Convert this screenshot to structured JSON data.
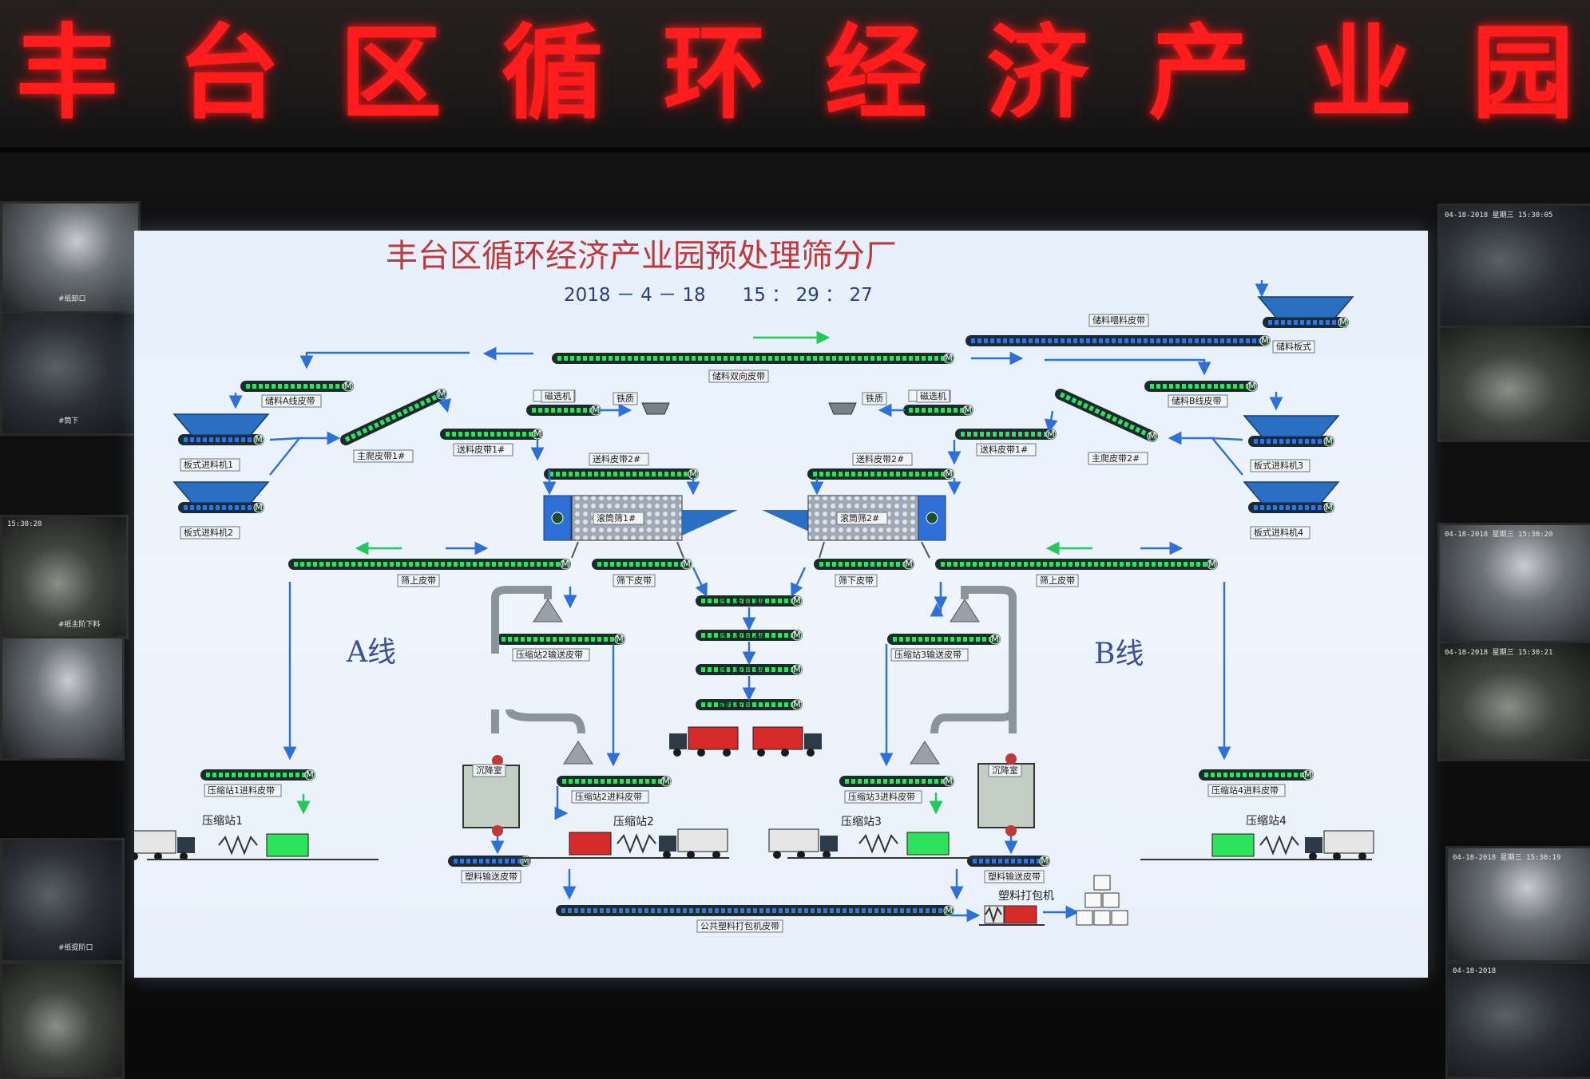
{
  "led_sign": {
    "chars": [
      "丰",
      "台",
      "区",
      "循",
      "环",
      "经",
      "济",
      "产",
      "业",
      "园"
    ]
  },
  "screen": {
    "title": "丰台区循环经济产业园预处理筛分厂",
    "date_time": "2018 － 4 － 18　　15 ： 29 ： 27",
    "line_a": "A线",
    "line_b": "B线",
    "labels": {
      "storage_feed_belt": "储料喂料皮带",
      "storage_plate": "储料板式",
      "storage_bidirectional_belt": "储料双向皮带",
      "storage_a_belt": "储料A线皮带",
      "storage_b_belt": "储料B线皮带",
      "plate_feeder_1": "板式进料机1",
      "plate_feeder_2": "板式进料机2",
      "plate_feeder_3": "板式进料机3",
      "plate_feeder_4": "板式进料机4",
      "main_climb_belt_1": "主爬皮带1#",
      "main_climb_belt_2": "主爬皮带2#",
      "sort_machine_a": "磁选机",
      "sort_machine_b": "磁选机",
      "iron_a": "铁质",
      "iron_b": "铁质",
      "feed_belt_1a": "送料皮带1#",
      "feed_belt_1b": "送料皮带1#",
      "feed_belt_2a": "送料皮带2#",
      "feed_belt_2b": "送料皮带2#",
      "drum_screen_1": "滚筒筛1#",
      "drum_screen_2": "滚筒筛2#",
      "oversize_belt_a": "筛上皮带",
      "oversize_belt_b": "筛上皮带",
      "undersize_belt_a": "筛下皮带",
      "undersize_belt_b": "筛下皮带",
      "undersize_belt_1": "筛下皮带1#",
      "undersize_belt_2": "筛下皮带2#",
      "undersize_belt_3": "筛下皮带3#",
      "tail_belt": "尾料皮带",
      "compress_2_transfer": "压缩站2输送皮带",
      "compress_3_transfer": "压缩站3输送皮带",
      "compress_1_feed": "压缩站1进料皮带",
      "compress_2_feed": "压缩站2进料皮带",
      "compress_3_feed": "压缩站3进料皮带",
      "compress_4_feed": "压缩站4进料皮带",
      "settle_room_a": "沉降室",
      "settle_room_b": "沉降室",
      "plastic_transfer_a": "塑料输送皮带",
      "plastic_transfer_b": "塑料输送皮带",
      "compress_station_1": "压缩站1",
      "compress_station_2": "压缩站2",
      "compress_station_3": "压缩站3",
      "compress_station_4": "压缩站4",
      "public_plastic_baler_belt": "公共塑料打包机皮带",
      "plastic_baler": "塑料打包机",
      "motor": "M"
    }
  },
  "monitors": {
    "left_top_label": "#纸卸口",
    "left_mid_label": "#筒下",
    "left_mid_time": "15:30:20",
    "left_lower_label": "#纸主阶下料",
    "left_bottom_label": "#纸提阶口",
    "right_top_time": "04-18-2018 星期三 15:30:05",
    "right_mid_time": "04-18-2018 星期三 15:30:20",
    "right_lower_time": "04-18-2018 星期三 15:30:21",
    "right_bottom_time": "04-18-2018 星期三 15:30:19",
    "right_bottom2_time": "04-18-2018"
  },
  "colors": {
    "led_red": "#ff1c1c",
    "title_red": "#c0383a",
    "flow_blue": "#2f6fd8",
    "flow_green": "#22c95a",
    "belt_dark": "#1d2a30",
    "belt_green_fill": "#2fe25c",
    "belt_blue_fill": "#2c76e6",
    "screen_bg": "#e6f0fb"
  }
}
